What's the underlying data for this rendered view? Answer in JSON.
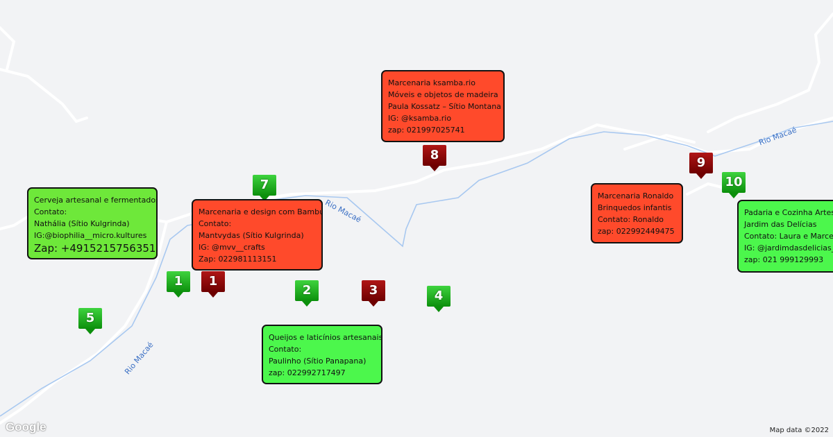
{
  "map": {
    "river_name": "Rio Macaé",
    "attribution": "Map data ©2022",
    "logo": "Google",
    "colors": {
      "road": "#ffffff",
      "river": "#a8c8f0",
      "green_marker": "#1aa81a",
      "red_marker": "#8b0000",
      "green_box": "#6ee83a",
      "red_box": "#ff4a2b"
    }
  },
  "markers": [
    {
      "label": "1",
      "color": "green"
    },
    {
      "label": "1",
      "color": "red"
    },
    {
      "label": "2",
      "color": "green"
    },
    {
      "label": "3",
      "color": "red"
    },
    {
      "label": "4",
      "color": "green"
    },
    {
      "label": "5",
      "color": "green"
    },
    {
      "label": "7",
      "color": "green"
    },
    {
      "label": "8",
      "color": "red"
    },
    {
      "label": "9",
      "color": "red"
    },
    {
      "label": "10",
      "color": "green"
    }
  ],
  "popups": {
    "cerveja": [
      "Cerveja artesanal e fermentados",
      "Contato:",
      "Nathália (Sítio Kulgrinda)",
      "IG:@biophilia__micro.kultures",
      "Zap: +4915215756351"
    ],
    "bambu": [
      "Marcenaria e design com Bambu",
      "Contato:",
      "Mantvydas (Sítio Kulgrinda)",
      "IG: @mvv__crafts",
      "Zap: 022981113151"
    ],
    "ksamba": [
      "Marcenaria ksamba.rio",
      "Móveis e objetos de madeira",
      "Paula Kossatz – Sítio Montana",
      "IG: @ksamba.rio",
      "zap: 021997025741"
    ],
    "queijos": [
      "Queijos e laticínios artesanais",
      "Contato:",
      "Paulinho (Sítio Panapana)",
      "zap: 022992717497"
    ],
    "ronaldo": [
      "Marcenaria Ronaldo",
      "Brinquedos infantis",
      "Contato: Ronaldo",
      "zap: 022992449475"
    ],
    "padaria": [
      "Padaria e Cozinha Artesanal",
      "Jardim das Delícias",
      "Contato: Laura e Marcelo",
      "IG: @jardimdasdelicias_",
      "zap: 021 999129993"
    ]
  }
}
